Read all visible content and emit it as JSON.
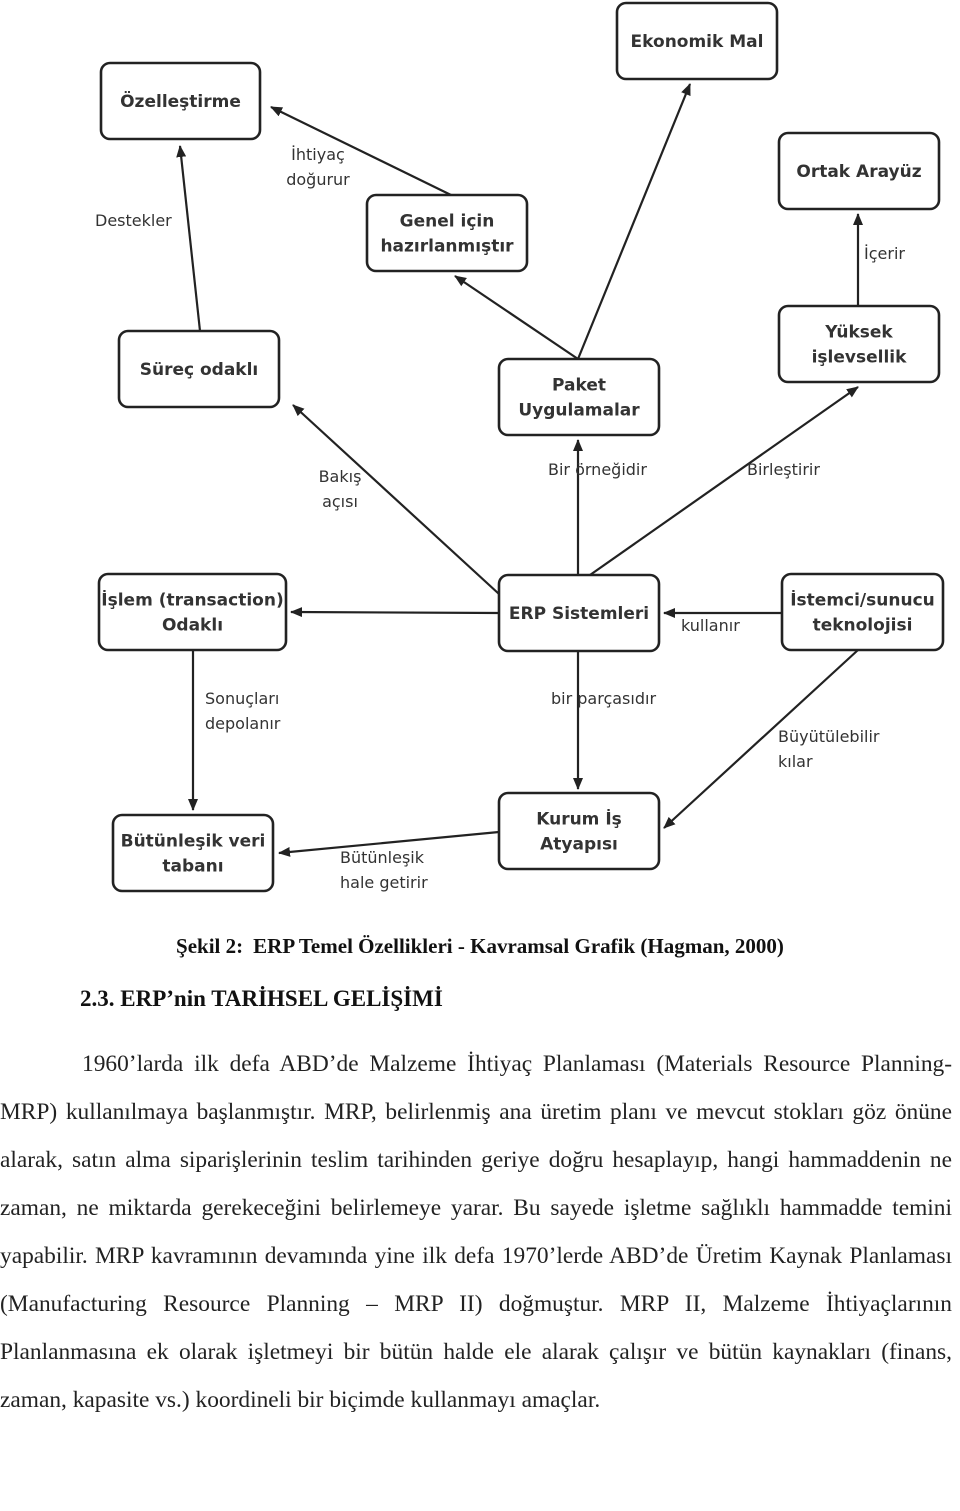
{
  "diagram": {
    "nodes": [
      {
        "id": "ozellestirme",
        "lines": [
          "Özelleştirme"
        ]
      },
      {
        "id": "ekonomik",
        "lines": [
          "Ekonomik Mal"
        ]
      },
      {
        "id": "ortak",
        "lines": [
          "Ortak Arayüz"
        ]
      },
      {
        "id": "genel",
        "lines": [
          "Genel için",
          "hazırlanmıştır"
        ]
      },
      {
        "id": "surec",
        "lines": [
          "Süreç odaklı"
        ]
      },
      {
        "id": "paket",
        "lines": [
          "Paket",
          "Uygulamalar"
        ]
      },
      {
        "id": "yuksek",
        "lines": [
          "Yüksek",
          "işlevsellik"
        ]
      },
      {
        "id": "islem",
        "lines": [
          "İşlem (transaction)",
          "Odaklı"
        ]
      },
      {
        "id": "erp",
        "lines": [
          "ERP Sistemleri"
        ]
      },
      {
        "id": "istemci",
        "lines": [
          "İstemci/sunucu",
          "teknolojisi"
        ]
      },
      {
        "id": "butunlesik",
        "lines": [
          "Bütünleşik veri",
          "tabanı"
        ]
      },
      {
        "id": "kurum",
        "lines": [
          "Kurum İş",
          "Atyapısı"
        ]
      }
    ],
    "edges": [
      {
        "from": "surec",
        "to": "ozellestirme",
        "label": [
          "Destekler"
        ]
      },
      {
        "from": "genel",
        "to": "ozellestirme",
        "label": [
          "İhtiyaç",
          "doğurur"
        ]
      },
      {
        "from": "paket",
        "to": "genel",
        "label": []
      },
      {
        "from": "paket",
        "to": "ekonomik",
        "label": []
      },
      {
        "from": "yuksek",
        "to": "ortak",
        "label": [
          "İçerir"
        ]
      },
      {
        "from": "erp",
        "to": "surec",
        "label": [
          "Bakış",
          "açısı"
        ]
      },
      {
        "from": "erp",
        "to": "paket",
        "label": [
          "Bir örneğidir"
        ]
      },
      {
        "from": "erp",
        "to": "yuksek",
        "label": [
          "Birleştirir"
        ]
      },
      {
        "from": "erp",
        "to": "islem",
        "label": []
      },
      {
        "from": "istemci",
        "to": "erp",
        "label": [
          "kullanır"
        ]
      },
      {
        "from": "erp",
        "to": "kurum",
        "label": [
          "bir parçasıdır"
        ]
      },
      {
        "from": "islem",
        "to": "butunlesik",
        "label": [
          "Sonuçları",
          "depolanır"
        ]
      },
      {
        "from": "kurum",
        "to": "butunlesik",
        "label": [
          "Bütünleşik",
          "hale getirir"
        ]
      },
      {
        "from": "istemci",
        "to": "kurum",
        "label": [
          "Büyütülebilir",
          "kılar"
        ]
      }
    ]
  },
  "caption": {
    "prefix": "Şekil 2:",
    "text": "ERP Temel Özellikleri - Kavramsal Grafik (Hagman, 2000)"
  },
  "section": {
    "heading": "2.3. ERP’nin TARİHSEL GELİŞİMİ",
    "paragraph": "1960’larda ilk defa ABD’de Malzeme İhtiyaç Planlaması (Materials Resource Planning-MRP) kullanılmaya başlanmıştır. MRP, belirlenmiş ana üretim planı ve mevcut stokları göz önüne alarak, satın alma siparişlerinin teslim tarihinden geriye doğru hesaplayıp, hangi hammaddenin ne zaman, ne miktarda gerekeceğini belirlemeye yarar. Bu sayede işletme sağlıklı hammadde temini yapabilir. MRP kavramının devamında yine ilk defa 1970’lerde ABD’de Üretim Kaynak Planlaması (Manufacturing Resource Planning – MRP II) doğmuştur. MRP II, Malzeme İhtiyaçlarının Planlanmasına ek olarak işletmeyi bir bütün halde ele alarak çalışır ve bütün kaynakları (finans, zaman, kapasite vs.) koordineli bir biçimde kullanmayı amaçlar."
  }
}
